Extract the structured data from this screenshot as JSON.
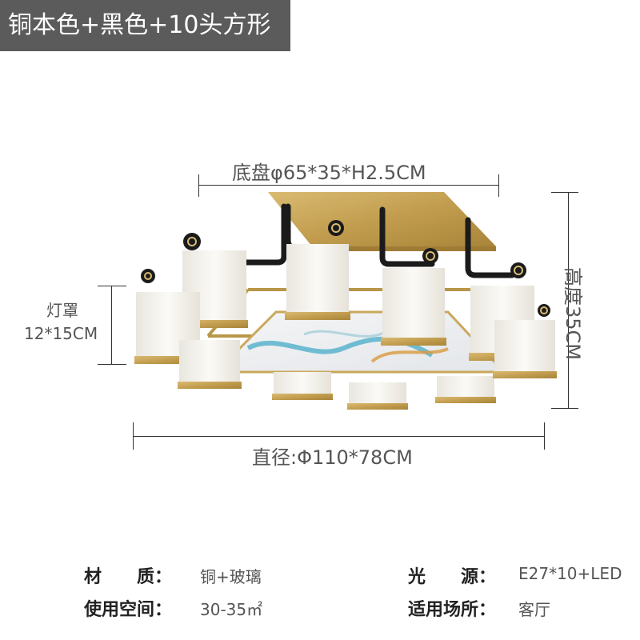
{
  "title": "铜本色+黑色+10头方形",
  "dimensions": {
    "base": "底盘φ65*35*H2.5CM",
    "height": "高度35CM",
    "shade_label": "灯罩",
    "shade_size": "12*15CM",
    "diameter": "直径:Φ110*78CM"
  },
  "specs": [
    {
      "label": "材　　质：",
      "value": "铜+玻璃"
    },
    {
      "label": "光　　源：",
      "value": "E27*10+LED"
    },
    {
      "label": "使用空间：",
      "value": "30-35㎡"
    },
    {
      "label": "适用场所：",
      "value": "客厅"
    }
  ],
  "colors": {
    "brass": "#c9a85c",
    "black": "#1b1b1b",
    "glass": "#f3f1ec",
    "badge": "#5b5b5b"
  }
}
